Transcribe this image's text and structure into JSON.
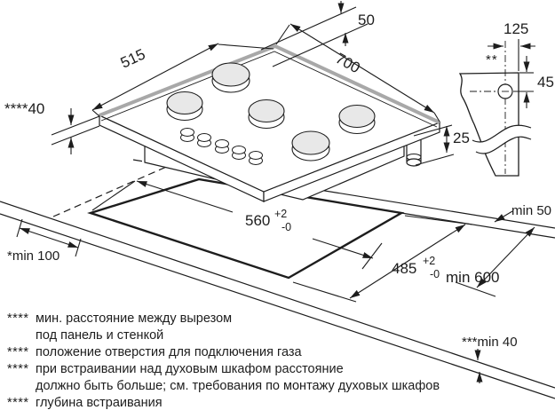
{
  "drawing": {
    "title_hint": "gas hob installation dimensions drawing",
    "dims": {
      "d50": "50",
      "d515": "515",
      "d700": "700",
      "d125": "125",
      "d45": "45",
      "d25": "25",
      "d40": "****40",
      "d560": "560",
      "d560_tol_plus": "+2",
      "d560_tol_minus": "-0",
      "d485": "485",
      "d485_tol_plus": "+2",
      "d485_tol_minus": "-0",
      "min50": "min 50",
      "min600": "min 600",
      "min100": "*min 100",
      "min40": "***min 40",
      "gas_hole_marker": "**"
    },
    "footnote_lines": [
      {
        "marker": "****",
        "text": "мин. расстояние между вырезом"
      },
      {
        "marker": "",
        "text": "под панель и стенкой"
      },
      {
        "marker": "****",
        "text": "положение отверстия для подключения газа"
      },
      {
        "marker": "****",
        "text": "при встраивании над духовым шкафом расстояние"
      },
      {
        "marker": "",
        "text": "должно быть больше; см. требования по монтажу духовых шкафов"
      },
      {
        "marker": "****",
        "text": "глубина встраивания"
      }
    ],
    "colors": {
      "line": "#1d1d1d",
      "hob_edge_gray": "#a8a8a8",
      "burner_fill": "#e8e8e8",
      "background": "#ffffff"
    }
  }
}
